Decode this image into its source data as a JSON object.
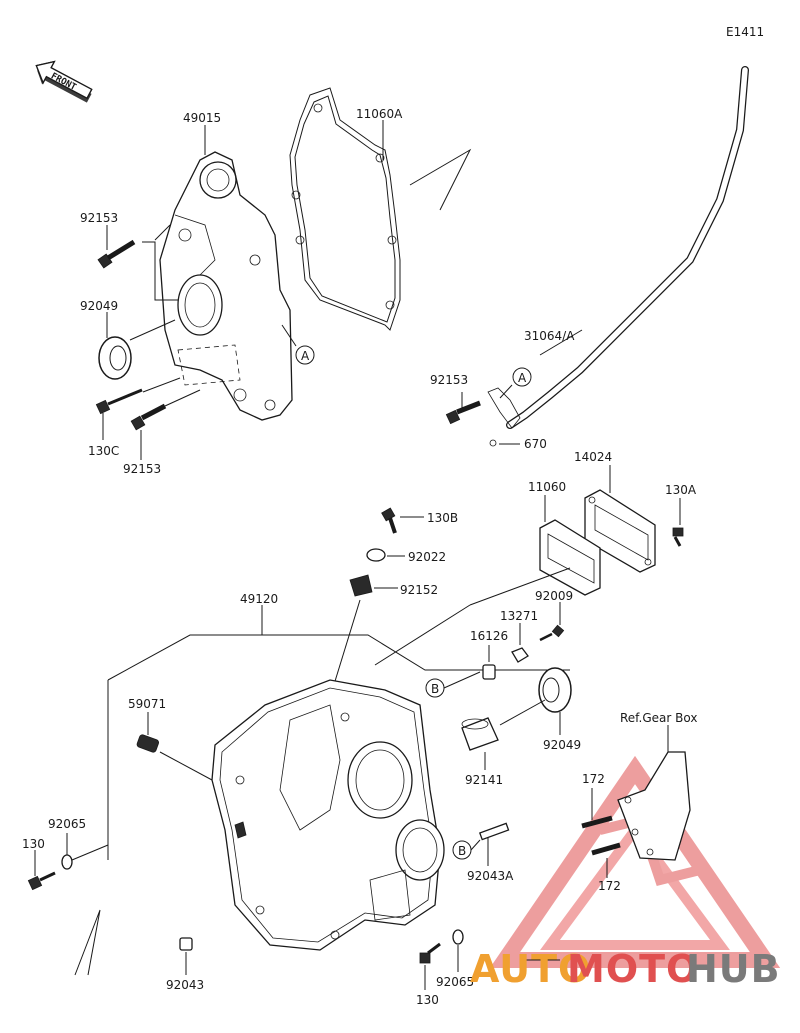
{
  "diagram_code": "E1411",
  "front_label": "FRONT",
  "ref_label": "Ref.Gear Box",
  "ref_letters": {
    "a": "A",
    "b": "B"
  },
  "parts": {
    "p49015": "49015",
    "p11060A": "11060A",
    "p92153_a": "92153",
    "p92049_a": "92049",
    "p130C": "130C",
    "p92153_b": "92153",
    "p31064A": "31064/A",
    "p92153_c": "92153",
    "p670": "670",
    "p14024": "14024",
    "p11060": "11060",
    "p130A": "130A",
    "p130B": "130B",
    "p92022": "92022",
    "p92152": "92152",
    "p49120": "49120",
    "p92009": "92009",
    "p13271": "13271",
    "p16126": "16126",
    "p59071": "59071",
    "p92049_b": "92049",
    "p92141": "92141",
    "p172_a": "172",
    "p172_b": "172",
    "p92065_a": "92065",
    "p130_a": "130",
    "p92043A": "92043A",
    "p92043": "92043",
    "p130_b": "130",
    "p92065_b": "92065"
  },
  "watermark": {
    "part1": "AUTO",
    "part2": "MOTO",
    "part3": "HUB"
  },
  "colors": {
    "watermark_orange": "#f0a030",
    "watermark_red": "#e05050",
    "watermark_gray": "#7a7a7a"
  }
}
